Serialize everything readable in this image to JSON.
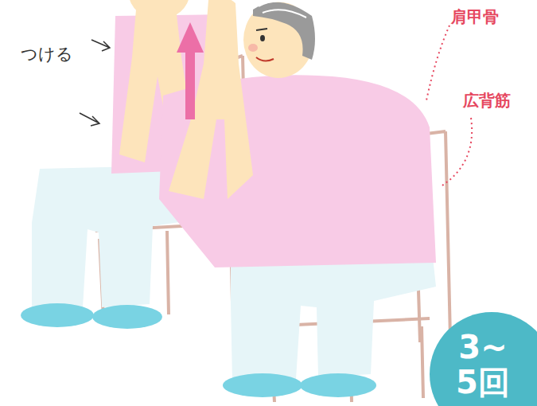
{
  "diagram": {
    "nodes": [
      {
        "text": [
          "3~ 5回"
        ]
      }
    ],
    "labels": [
      "つける",
      "肩甲骨",
      "広背筋"
    ]
  }
}
